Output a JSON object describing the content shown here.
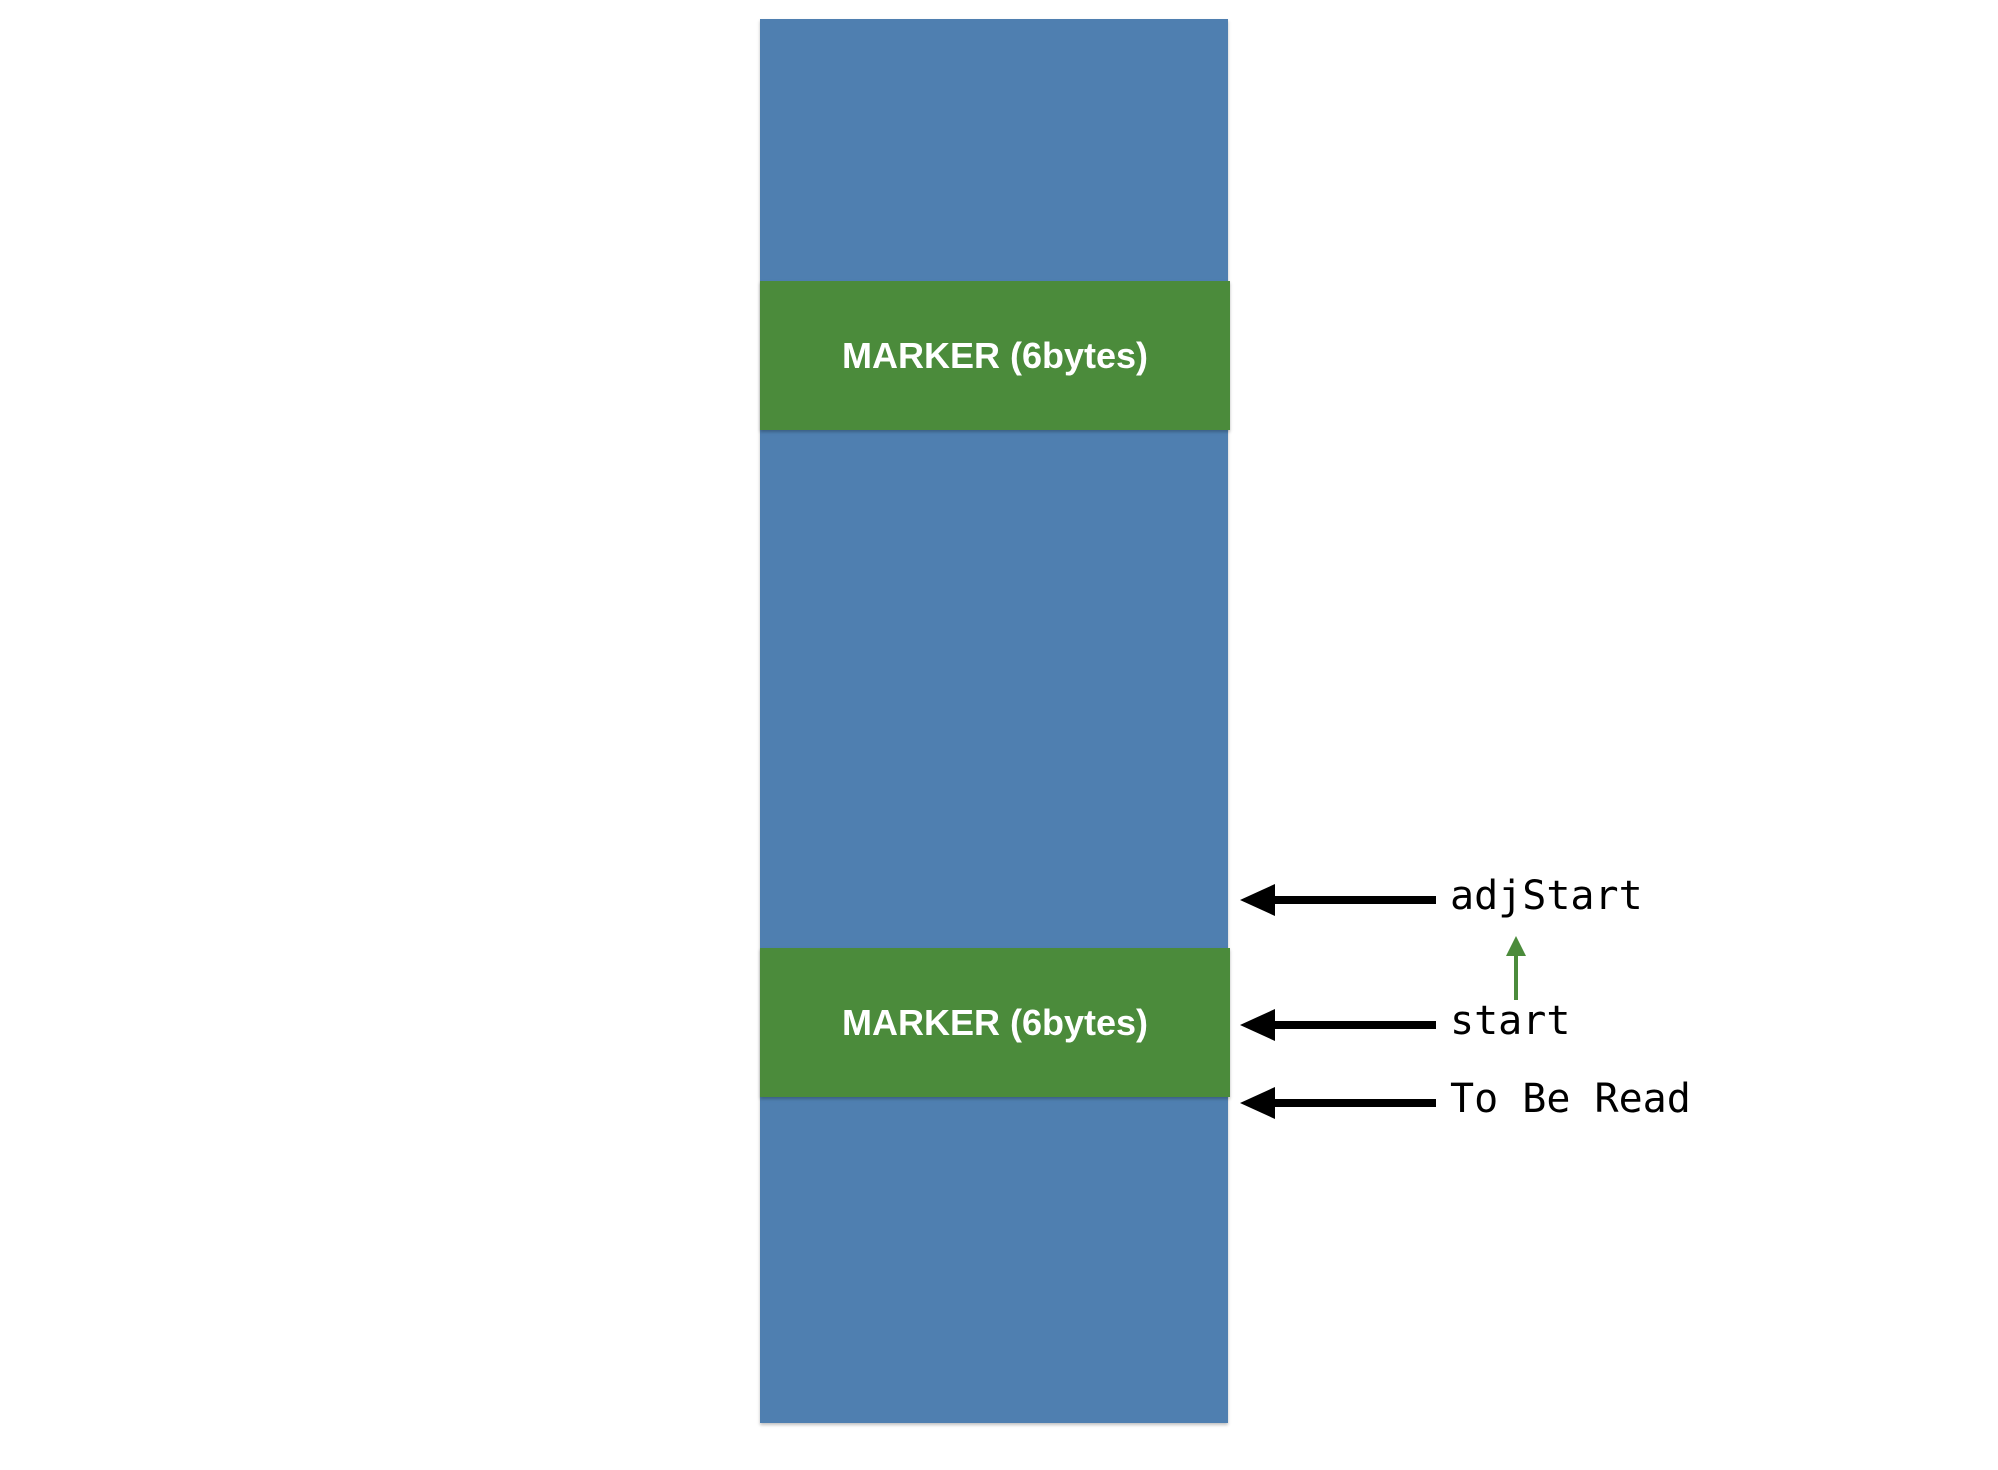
{
  "diagram": {
    "colors": {
      "buffer": "#4f7fb0",
      "marker": "#4b8b3b",
      "marker_text": "#ffffff",
      "pointer_arrow": "#000000",
      "adjust_arrow": "#4b8b3b"
    },
    "markers": [
      {
        "label": "MARKER (6bytes)"
      },
      {
        "label": "MARKER (6bytes)"
      }
    ],
    "pointers": [
      {
        "label": "adjStart"
      },
      {
        "label": "start"
      },
      {
        "label": "To Be Read"
      }
    ]
  }
}
